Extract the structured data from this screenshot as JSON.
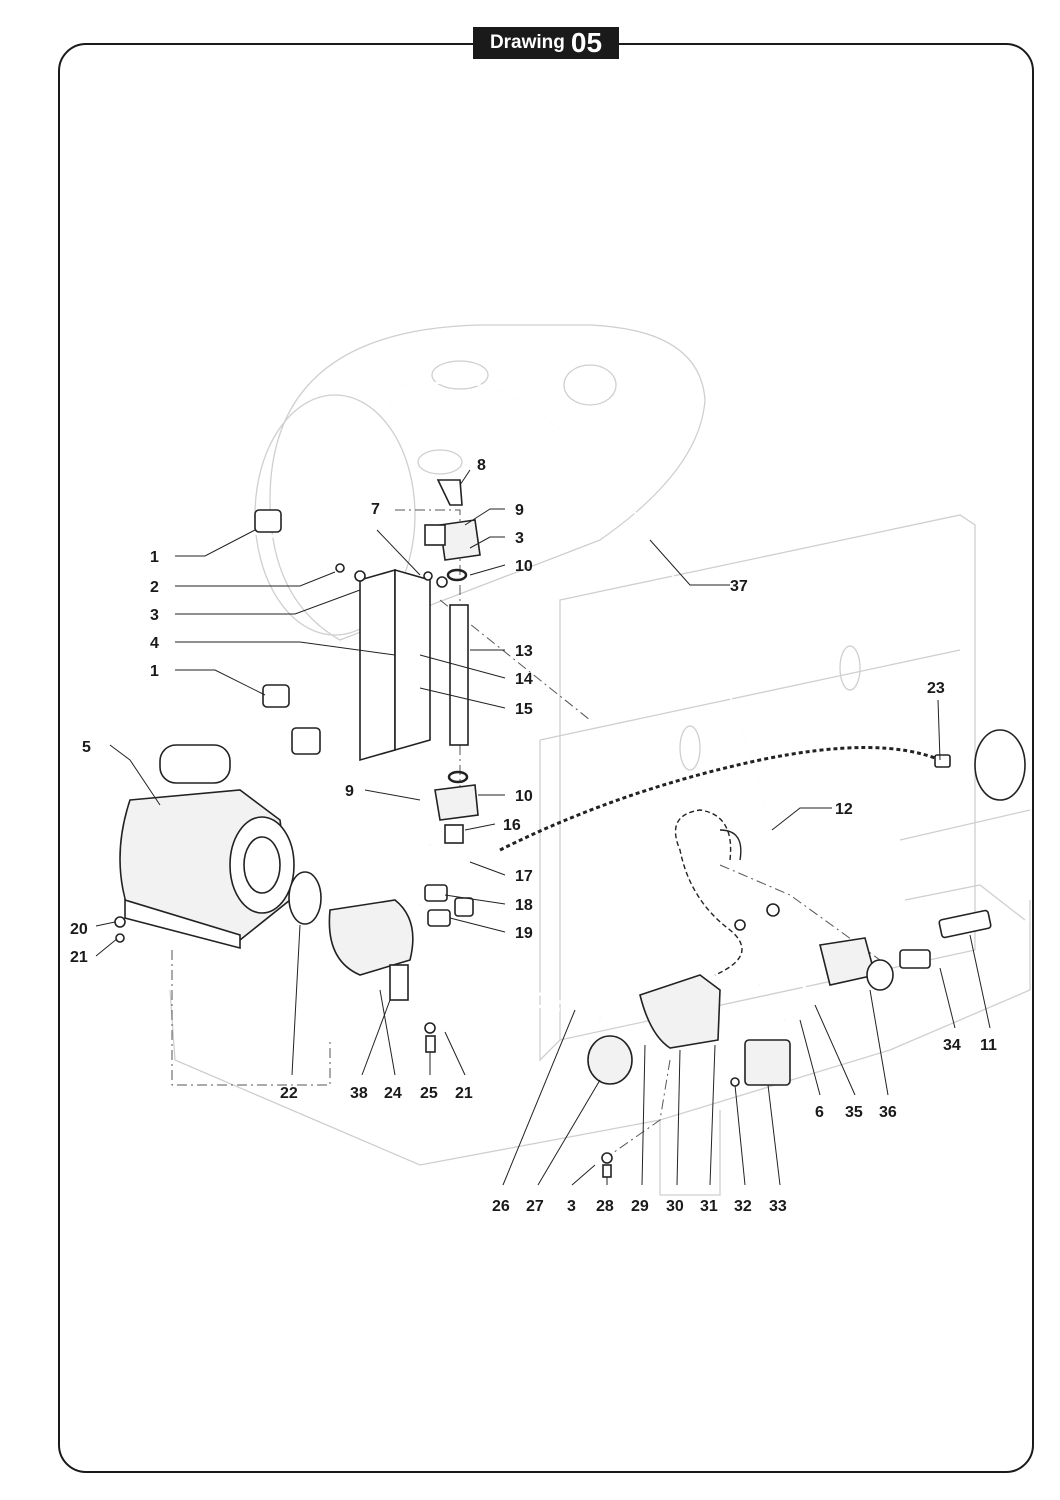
{
  "header": {
    "word": "Drawing",
    "number": "05"
  },
  "callouts": [
    {
      "id": "c1a",
      "text": "1"
    },
    {
      "id": "c2",
      "text": "2"
    },
    {
      "id": "c3a",
      "text": "3"
    },
    {
      "id": "c4",
      "text": "4"
    },
    {
      "id": "c1b",
      "text": "1"
    },
    {
      "id": "c5",
      "text": "5"
    },
    {
      "id": "c7",
      "text": "7"
    },
    {
      "id": "c8",
      "text": "8"
    },
    {
      "id": "c9a",
      "text": "9"
    },
    {
      "id": "c3b",
      "text": "3"
    },
    {
      "id": "c10a",
      "text": "10"
    },
    {
      "id": "c13",
      "text": "13"
    },
    {
      "id": "c14",
      "text": "14"
    },
    {
      "id": "c15",
      "text": "15"
    },
    {
      "id": "c9b",
      "text": "9"
    },
    {
      "id": "c10b",
      "text": "10"
    },
    {
      "id": "c16",
      "text": "16"
    },
    {
      "id": "c17",
      "text": "17"
    },
    {
      "id": "c18",
      "text": "18"
    },
    {
      "id": "c19",
      "text": "19"
    },
    {
      "id": "c20",
      "text": "20"
    },
    {
      "id": "c21a",
      "text": "21"
    },
    {
      "id": "c22",
      "text": "22"
    },
    {
      "id": "c38",
      "text": "38"
    },
    {
      "id": "c24",
      "text": "24"
    },
    {
      "id": "c25",
      "text": "25"
    },
    {
      "id": "c21b",
      "text": "21"
    },
    {
      "id": "c37",
      "text": "37"
    },
    {
      "id": "c23",
      "text": "23"
    },
    {
      "id": "c12",
      "text": "12"
    },
    {
      "id": "c34",
      "text": "34"
    },
    {
      "id": "c11",
      "text": "11"
    },
    {
      "id": "c6",
      "text": "6"
    },
    {
      "id": "c35",
      "text": "35"
    },
    {
      "id": "c36",
      "text": "36"
    },
    {
      "id": "c26",
      "text": "26"
    },
    {
      "id": "c27",
      "text": "27"
    },
    {
      "id": "c3c",
      "text": "3"
    },
    {
      "id": "c28",
      "text": "28"
    },
    {
      "id": "c29",
      "text": "29"
    },
    {
      "id": "c30",
      "text": "30"
    },
    {
      "id": "c31",
      "text": "31"
    },
    {
      "id": "c32",
      "text": "32"
    },
    {
      "id": "c33",
      "text": "33"
    }
  ]
}
